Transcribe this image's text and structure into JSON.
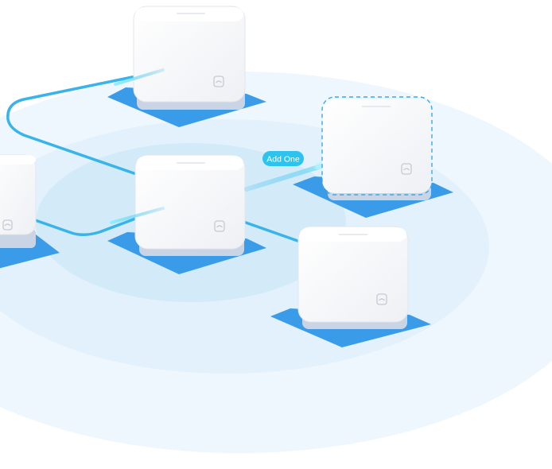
{
  "illustration": {
    "add_badge_label": "Add One",
    "colors": {
      "coverage_outer": "#eef7fd",
      "coverage_mid": "#e2f1fb",
      "coverage_inner": "#d3ebf9",
      "pad": "#3a9be9",
      "pad_shadow": "#2c86d6",
      "cable": "#38b4ea",
      "beam": "#7fe0f7",
      "badge": "#2cc3ee",
      "unit_face": "#f7f8fa",
      "unit_side": "#e6e9ee",
      "unit_base": "#c9d4e4",
      "dashed_outline": "#3aa9e8"
    },
    "units": [
      {
        "id": "top",
        "state": "connected"
      },
      {
        "id": "center",
        "state": "connected"
      },
      {
        "id": "left",
        "state": "connected"
      },
      {
        "id": "right-bottom",
        "state": "connected"
      },
      {
        "id": "new",
        "state": "pending"
      }
    ]
  }
}
